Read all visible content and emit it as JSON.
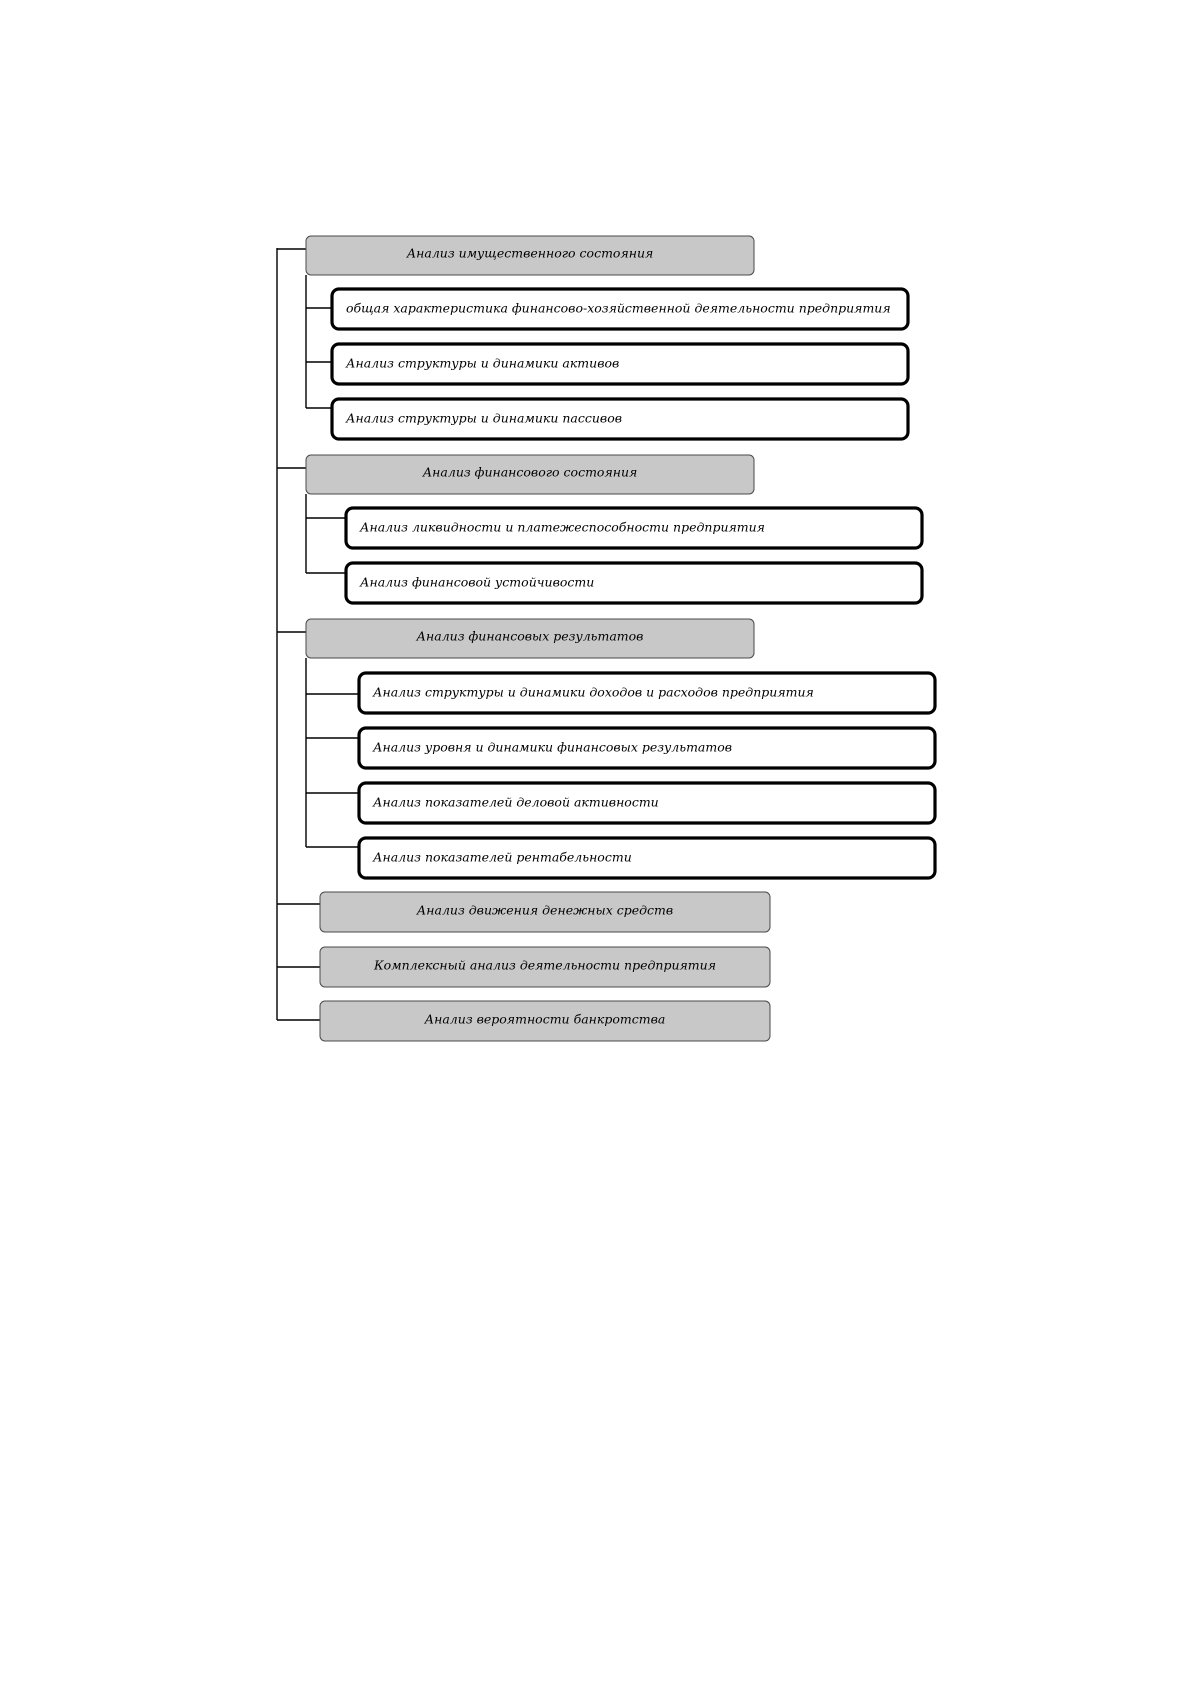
{
  "diagram": {
    "root": {
      "children": [
        {
          "label": "Анализ имущественного состояния",
          "children": [
            "общая характеристика финансово-хозяйственной деятельности предприятия",
            "Анализ структуры и динамики активов",
            "Анализ структуры и динамики пассивов"
          ]
        },
        {
          "label": "Анализ финансового состояния",
          "children": [
            "Анализ ликвидности и платежеспособности предприятия",
            "Анализ финансовой устойчивости"
          ]
        },
        {
          "label": "Анализ финансовых результатов",
          "children": [
            "Анализ структуры и динамики доходов и расходов предприятия",
            "Анализ уровня и динамики финансовых результатов",
            "Анализ показателей деловой активности",
            "Анализ показателей рентабельности"
          ]
        },
        {
          "label": "Анализ движения денежных средств",
          "children": []
        },
        {
          "label": "Комплексный анализ деятельности предприятия",
          "children": []
        },
        {
          "label": "Анализ вероятности банкротства",
          "children": []
        }
      ]
    }
  }
}
